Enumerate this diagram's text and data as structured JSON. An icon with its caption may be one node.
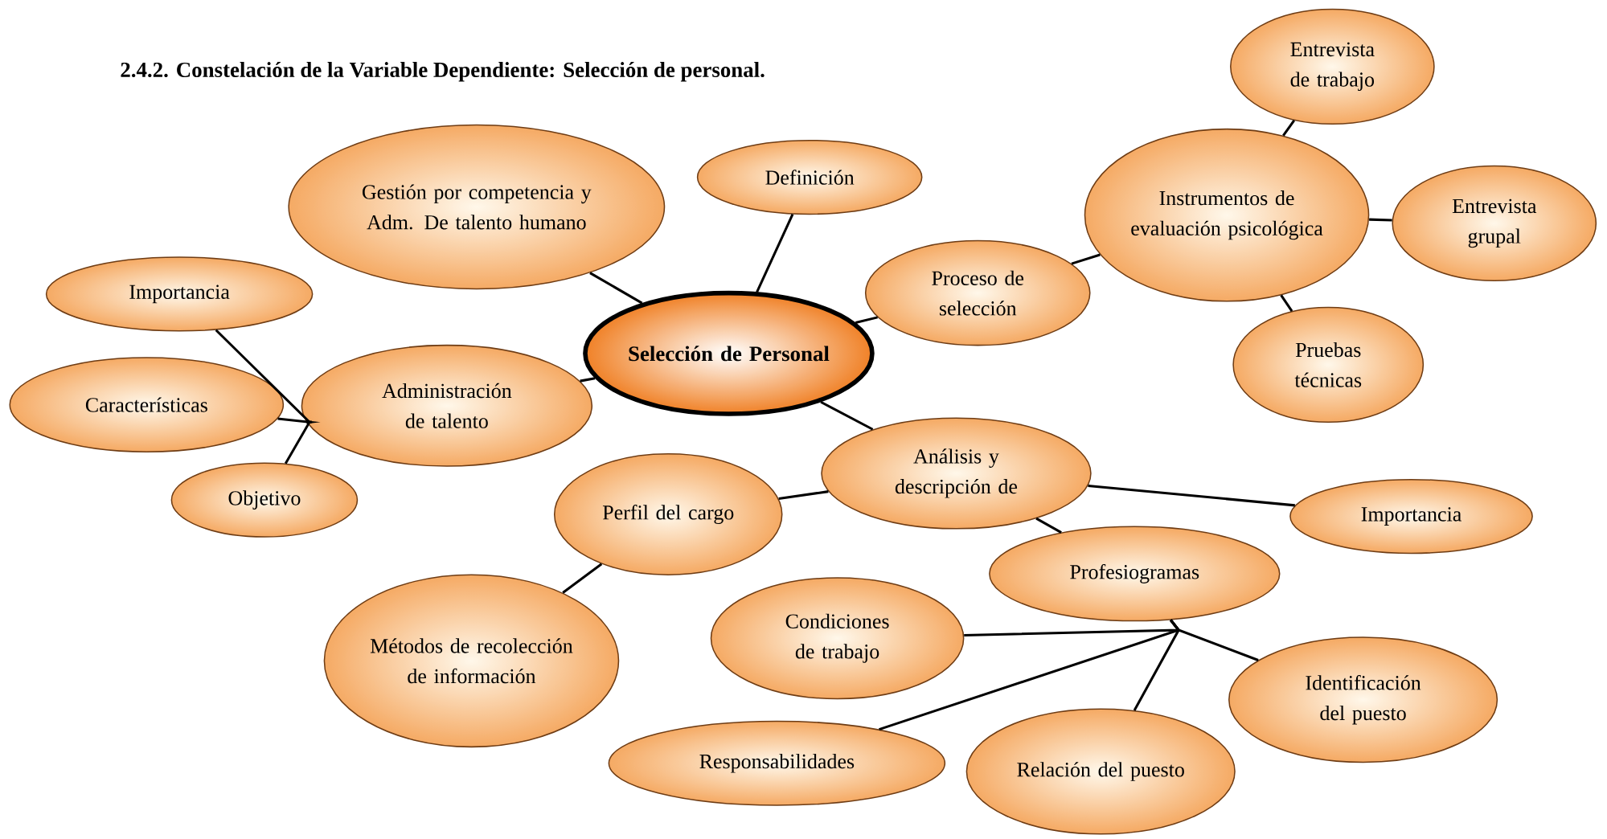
{
  "diagram": {
    "title": "2.4.2. Constelación de la Variable Dependiente: Selección de personal.",
    "nodes": [
      {
        "text": [
          "Gestión por competencia y Adm. De talento humano"
        ]
      },
      {
        "text": [
          "Definición"
        ]
      },
      {
        "text": [
          "Entrevista de trabajo"
        ]
      },
      {
        "text": [
          "Instrumentos de evaluación psicológica"
        ]
      },
      {
        "text": [
          "Entrevista grupal"
        ]
      },
      {
        "text": [
          "Importancia"
        ]
      },
      {
        "text": [
          "Proceso de selección"
        ]
      },
      {
        "text": [
          "Selección de Personal"
        ]
      },
      {
        "text": [
          "Pruebas técnicas"
        ]
      },
      {
        "text": [
          "Características"
        ]
      },
      {
        "text": [
          "Administración de talento"
        ]
      },
      {
        "text": [
          "Análisis y descripción de"
        ]
      },
      {
        "text": [
          "Importancia"
        ]
      },
      {
        "text": [
          "Objetivo"
        ]
      },
      {
        "text": [
          "Perfil del cargo"
        ]
      },
      {
        "text": [
          "Profesiogramas"
        ]
      },
      {
        "text": [
          "Métodos de recolección de información"
        ]
      },
      {
        "text": [
          "Condiciones de trabajo"
        ]
      },
      {
        "text": [
          "Identificación del puesto"
        ]
      },
      {
        "text": [
          "Responsabilidades"
        ]
      },
      {
        "text": [
          "Relación del puesto"
        ]
      }
    ],
    "edges": [
      {
        "from": 0,
        "to": 7,
        "arrow": "none"
      },
      {
        "from": 1,
        "to": 7,
        "arrow": "none"
      },
      {
        "from": 7,
        "to": 6,
        "arrow": "none"
      },
      {
        "from": 6,
        "to": 3,
        "arrow": "none"
      },
      {
        "from": 3,
        "to": 2,
        "arrow": "none"
      },
      {
        "from": 3,
        "to": 4,
        "arrow": "none"
      },
      {
        "from": 3,
        "to": 8,
        "arrow": "none"
      },
      {
        "from": 7,
        "to": 10,
        "arrow": "none"
      },
      {
        "from": 10,
        "to": 5,
        "arrow": "none"
      },
      {
        "from": 10,
        "to": 9,
        "arrow": "none"
      },
      {
        "from": 10,
        "to": 13,
        "arrow": "none"
      },
      {
        "from": 7,
        "to": 11,
        "arrow": "none"
      },
      {
        "from": 11,
        "to": 14,
        "arrow": "none"
      },
      {
        "from": 14,
        "to": 16,
        "arrow": "none"
      },
      {
        "from": 11,
        "to": 12,
        "arrow": "none"
      },
      {
        "from": 11,
        "to": 15,
        "arrow": "none"
      },
      {
        "from": 15,
        "to": 17,
        "arrow": "none"
      },
      {
        "from": 15,
        "to": 18,
        "arrow": "none"
      },
      {
        "from": 15,
        "to": 19,
        "arrow": "none"
      },
      {
        "from": 15,
        "to": 20,
        "arrow": "none"
      }
    ]
  }
}
